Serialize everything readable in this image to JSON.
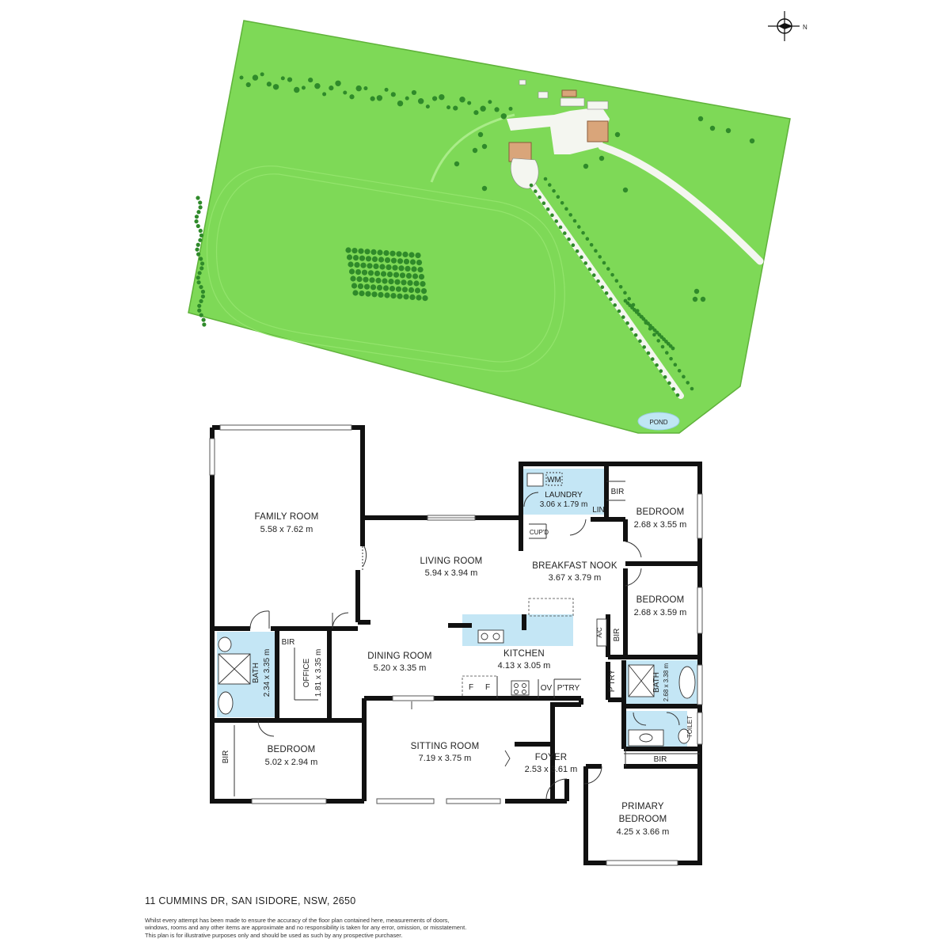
{
  "site": {
    "compass_label": "N",
    "pond_label": "POND"
  },
  "rooms": {
    "family_room": {
      "name": "FAMILY ROOM",
      "dims": "5.58 x 7.62 m"
    },
    "living_room": {
      "name": "LIVING ROOM",
      "dims": "5.94 x 3.94 m"
    },
    "laundry": {
      "name": "LAUNDRY",
      "dims": "3.06 x 1.79 m"
    },
    "breakfast_nook": {
      "name": "BREAKFAST NOOK",
      "dims": "3.67 x 3.79 m"
    },
    "bedroom_ne": {
      "name": "BEDROOM",
      "dims": "2.68 x 3.55 m"
    },
    "bedroom_e": {
      "name": "BEDROOM",
      "dims": "2.68 x 3.59 m"
    },
    "kitchen": {
      "name": "KITCHEN",
      "dims": "4.13 x 3.05 m"
    },
    "dining_room": {
      "name": "DINING ROOM",
      "dims": "5.20 x 3.35 m"
    },
    "bath_w": {
      "name": "BATH",
      "dims": "2.34 x 3.35 m"
    },
    "office": {
      "name": "OFFICE",
      "dims": "1.81 x 3.35 m"
    },
    "bath_e": {
      "name": "BATH",
      "dims": "2.68 x 3.38 m"
    },
    "bedroom_sw": {
      "name": "BEDROOM",
      "dims": "5.02 x 2.94 m"
    },
    "sitting_room": {
      "name": "SITTING ROOM",
      "dims": "7.19 x 3.75 m"
    },
    "foyer": {
      "name": "FOYER",
      "dims": "2.53 x 3.61 m"
    },
    "primary_bedroom": {
      "name": "PRIMARY",
      "name2": "BEDROOM",
      "dims": "4.25 x 3.66 m"
    }
  },
  "fixtures": {
    "wm": "WM",
    "lin": "LIN",
    "bir": "BIR",
    "cupd": "CUP'D",
    "ac": "A/C",
    "pantry": "P'TRY",
    "ov": "OV",
    "f": "F",
    "toilet": "TOILET"
  },
  "footer": {
    "address": "11 CUMMINS DR, SAN ISIDORE, NSW, 2650",
    "disclaimer_1": "Whilst every attempt has been made to ensure the accuracy of the floor plan contained here, measurements of doors,",
    "disclaimer_2": "windows, rooms and any other items are approximate and no responsibility is taken for any error, omission, or misstatement.",
    "disclaimer_3": "This plan is for illustrative purposes only and should be used as such by any prospective purchaser."
  },
  "colors": {
    "grass": "#7ed957",
    "grass_edge": "#5fb23a",
    "tree": "#2f8a2a",
    "path": "#f4f6f0",
    "wet_area": "#c4e6f5",
    "wall": "#111111",
    "pond": "#bfe6f4"
  }
}
